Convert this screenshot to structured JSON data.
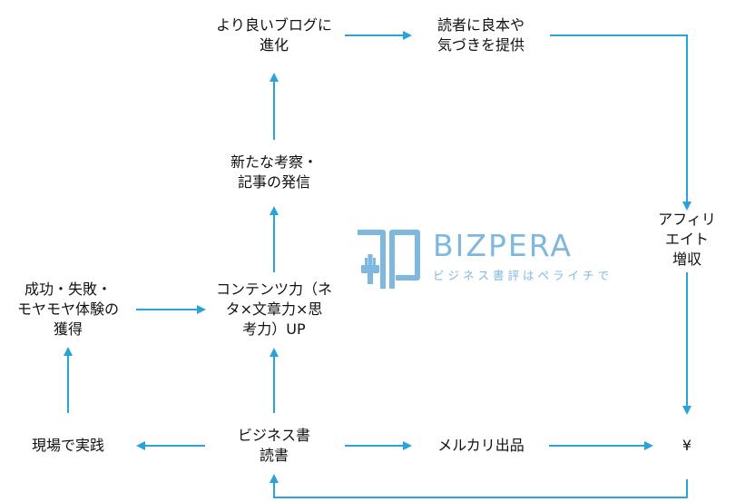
{
  "nodes": {
    "better_blog": "より良いブログに\n進化",
    "provide_books": "読者に良本や\n気づきを提供",
    "new_insights": "新たな考察・\n記事の発信",
    "affiliate": "アフィリエイト\n増収",
    "experience": "成功・失敗・\nモヤモヤ体験の\n獲得",
    "content_power": "コンテンツ力（ネ\nタ×文章力×思\n考力）UP",
    "practice": "現場で実践",
    "reading": "ビジネス書\n読書",
    "mercari": "メルカリ出品",
    "yen": "¥"
  },
  "logo": {
    "name": "BIZPERA",
    "tagline": "ビジネス書評はペライチで"
  },
  "colors": {
    "arrow": "#29a3d8",
    "logo": "#7fb8de",
    "text": "#111111"
  }
}
